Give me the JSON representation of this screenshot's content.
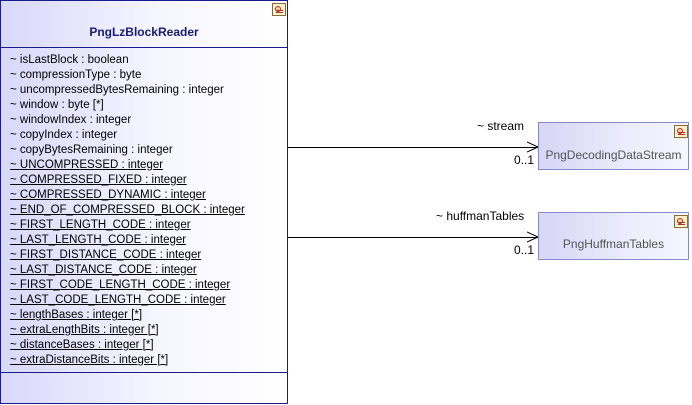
{
  "main_class": {
    "name": "PngLzBlockReader",
    "attributes": [
      {
        "text": "~ isLastBlock : boolean",
        "static": false
      },
      {
        "text": "~ compressionType : byte",
        "static": false
      },
      {
        "text": "~ uncompressedBytesRemaining : integer",
        "static": false
      },
      {
        "text": "~ window : byte [*]",
        "static": false
      },
      {
        "text": "~ windowIndex : integer",
        "static": false
      },
      {
        "text": "~ copyIndex : integer",
        "static": false
      },
      {
        "text": "~ copyBytesRemaining : integer",
        "static": false
      },
      {
        "text": "~ UNCOMPRESSED : integer",
        "static": true
      },
      {
        "text": "~ COMPRESSED_FIXED : integer",
        "static": true
      },
      {
        "text": "~ COMPRESSED_DYNAMIC : integer",
        "static": true
      },
      {
        "text": "~ END_OF_COMPRESSED_BLOCK : integer",
        "static": true
      },
      {
        "text": "~ FIRST_LENGTH_CODE : integer",
        "static": true
      },
      {
        "text": "~ LAST_LENGTH_CODE : integer",
        "static": true
      },
      {
        "text": "~ FIRST_DISTANCE_CODE : integer",
        "static": true
      },
      {
        "text": "~ LAST_DISTANCE_CODE : integer",
        "static": true
      },
      {
        "text": "~ FIRST_CODE_LENGTH_CODE : integer",
        "static": true
      },
      {
        "text": "~ LAST_CODE_LENGTH_CODE : integer",
        "static": true
      },
      {
        "text": "~ lengthBases : integer [*]",
        "static": true
      },
      {
        "text": "~ extraLengthBits : integer [*]",
        "static": true
      },
      {
        "text": "~ distanceBases : integer [*]",
        "static": true
      },
      {
        "text": "~ extraDistanceBits : integer [*]",
        "static": true
      }
    ]
  },
  "associations": [
    {
      "role": "~ stream",
      "multiplicity": "0..1",
      "target": "PngDecodingDataStream"
    },
    {
      "role": "~ huffmanTables",
      "multiplicity": "0..1",
      "target": "PngHuffmanTables"
    }
  ],
  "colors": {
    "border": "#1a1a8c",
    "class_name": "#1a1a70",
    "target_name": "#555555"
  }
}
